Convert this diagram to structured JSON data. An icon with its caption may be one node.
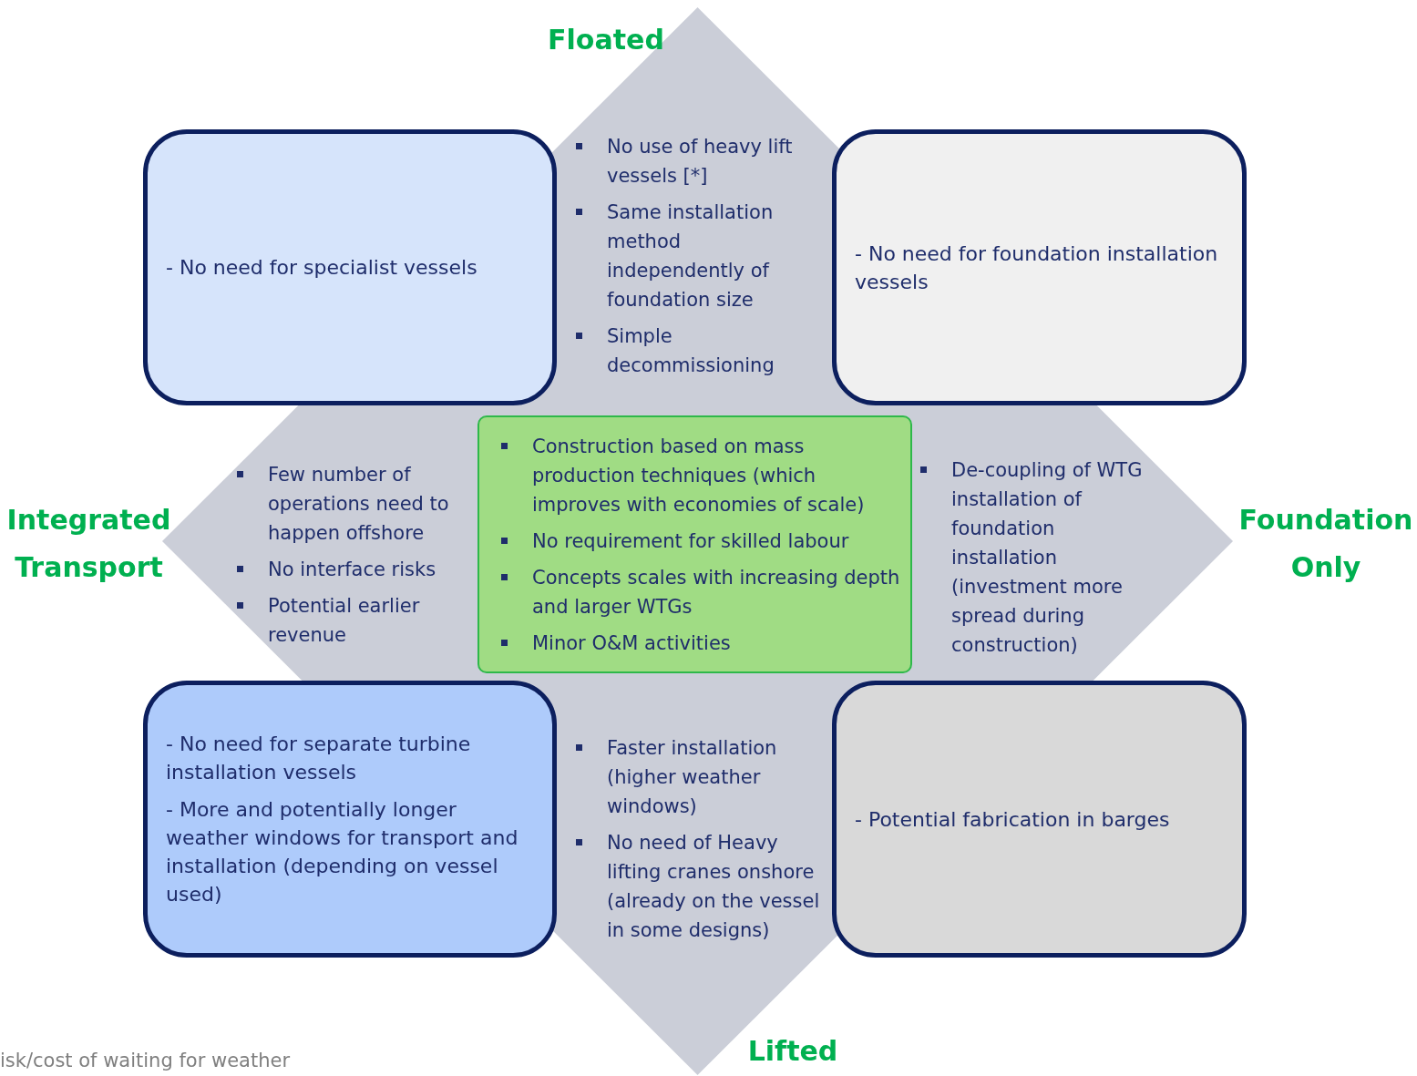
{
  "diagram": {
    "nodes": [
      {
        "text": [
          "No use of heavy lift vessels [*]",
          "Same installation method independently of foundation size",
          "Simple decommissioning",
          "Few number of operations need to happen offshore",
          "No interface risks",
          "Potential earlier revenue",
          "De-coupling of WTG installation of foundation installation (investment more spread during construction)",
          "Faster installation (higher weather windows)",
          "No need of Heavy lifting cranes onshore (already on the vessel in some designs)"
        ]
      },
      {
        "text": [
          "- No need for specialist vessels"
        ]
      },
      {
        "text": [
          "- No need for foundation installation vessels"
        ]
      },
      {
        "text": [
          "Construction based on mass production techniques (which improves with economies of scale)",
          "No requirement for skilled labour",
          "Concepts scales with increasing depth and larger WTGs",
          "Minor O&M activities"
        ],
        "in": 0
      },
      {
        "text": [
          "- No need for separate turbine installation vessels",
          "- More and potentially longer weather windows for transport and installation (depending on vessel used)"
        ]
      },
      {
        "text": [
          "- Potential fabrication in barges"
        ]
      }
    ],
    "labels": [
      "Floated",
      "Integrated Transport",
      "Foundation Only",
      "Lifted",
      "isk/cost of waiting for weather"
    ]
  }
}
